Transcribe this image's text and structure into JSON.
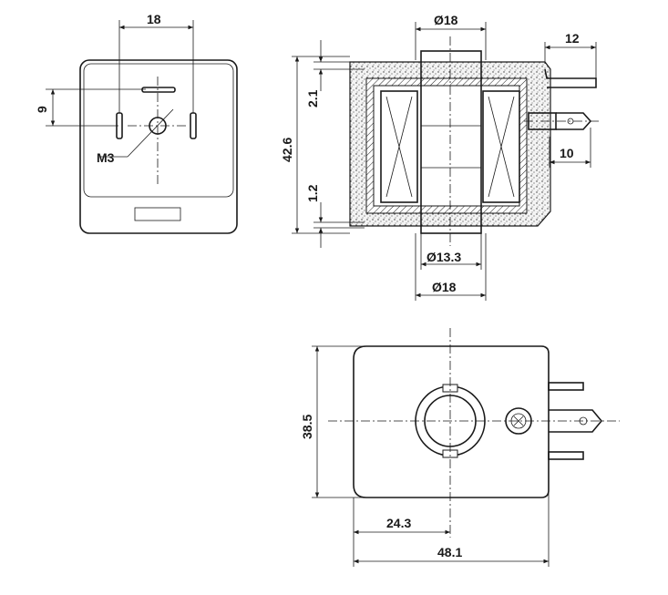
{
  "dimensions": {
    "terminal_spacing": "18",
    "terminal_offset": "9",
    "screw_thread": "M3",
    "outer_diameter_top": "Ø18",
    "overall_height": "42.6",
    "top_wall": "2.1",
    "bottom_wall": "1.2",
    "inner_diameter": "Ø13.3",
    "outer_diameter_bottom": "Ø18",
    "terminal_length": "12",
    "terminal_pin": "10",
    "body_height": "38.5",
    "center_offset": "24.3",
    "overall_width": "48.1"
  }
}
